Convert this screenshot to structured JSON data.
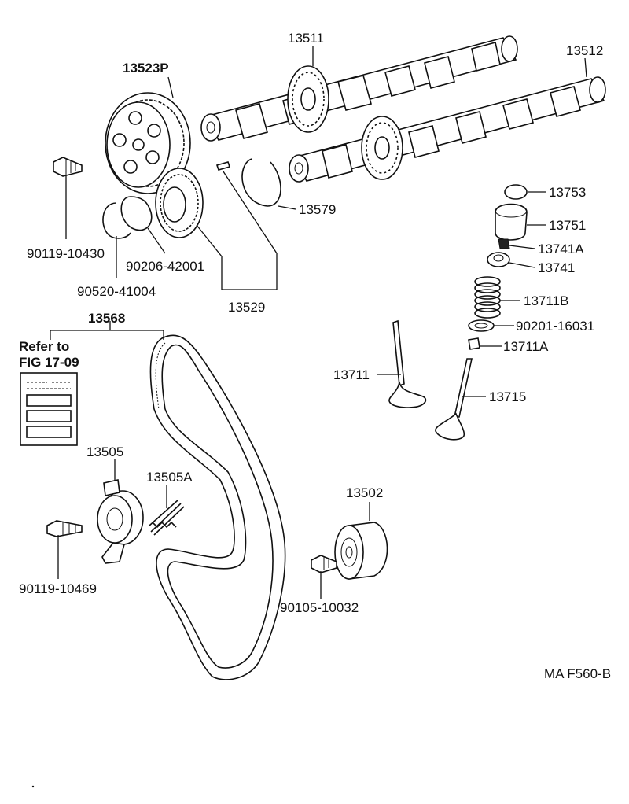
{
  "labels": {
    "p13511": "13511",
    "p13512": "13512",
    "p13523p": "13523P",
    "p13753": "13753",
    "p13751": "13751",
    "p13741a": "13741A",
    "p13741": "13741",
    "p13711b": "13711B",
    "p90201": "90201-16031",
    "p13711a": "13711A",
    "p13711": "13711",
    "p13715": "13715",
    "p13579": "13579",
    "p90119_10430": "90119-10430",
    "p90206": "90206-42001",
    "p90520": "90520-41004",
    "p13529": "13529",
    "p13568": "13568",
    "refer_line1": "Refer to",
    "refer_line2": "FIG 17-09",
    "p13505": "13505",
    "p13505a": "13505A",
    "p13502": "13502",
    "p90119_10469": "90119-10469",
    "p90105": "90105-10032",
    "figure_code": "MA F560-B"
  }
}
